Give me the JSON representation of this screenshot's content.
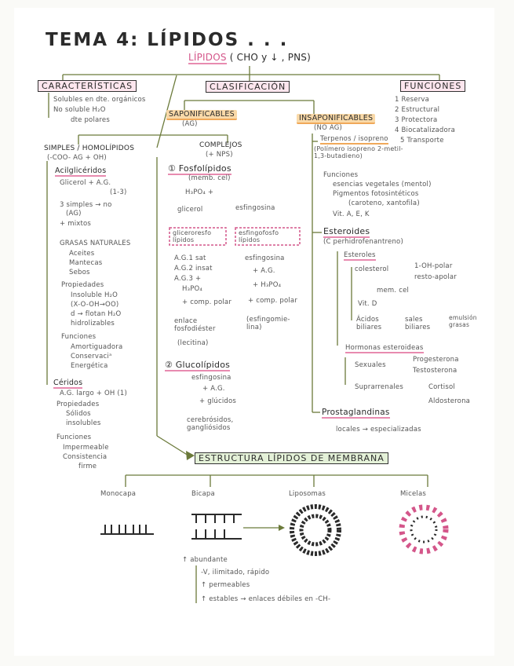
{
  "title": "TEMA 4: LÍPIDOS . . .",
  "lipidos": "LÍPIDOS",
  "lipidos_formula": "( CHO y ↓ , PNS)",
  "caracteristicas": {
    "heading": "CARACTERÍSTICAS",
    "items": [
      "Solubles en dte. orgánicos",
      "No soluble H₂O",
      "dte polares"
    ]
  },
  "clasificacion": "CLASIFICACIÓN",
  "funciones": {
    "heading": "FUNCIONES",
    "items": [
      "1 Reserva",
      "2 Estructural",
      "3 Protectora",
      "4 Biocatalizadora",
      "5 Transporte"
    ]
  },
  "saponificables": {
    "label": "SAPONIFICABLES",
    "sub": "(AG)"
  },
  "insaponificables": {
    "label": "INSAPONIFICABLES",
    "sub": "(NO AG)"
  },
  "simples": {
    "label": "SIMPLES / HOMOLÍPIDOS",
    "sub": "(-COO- AG + OH)",
    "acilgliceridos": "Acilglicéridos",
    "glicerol": "Glicerol + A.G.",
    "glicerol_sub": "(1-3)",
    "simples_ag": "3 simples → no",
    "ag": "(AG)",
    "mixtos": "+ mixtos",
    "grasas": "GRASAS NATURALES",
    "grasas_items": [
      "Aceites",
      "Mantecas",
      "Sebos"
    ],
    "propiedades": "Propiedades",
    "prop_items": [
      "Insoluble H₂O",
      "(X-O-OH→OO)",
      "d → flotan H₂O",
      "hidrolizables"
    ],
    "funciones": "Funciones",
    "func_items": [
      "Amortiguadora",
      "Conservaciᵃ",
      "Energética"
    ],
    "ceridos": "Céridos",
    "ceridos_formula": "A.G. largo + OH (1)",
    "cer_prop": "Propiedades",
    "cer_prop_items": [
      "Sólidos",
      "insolubles"
    ],
    "cer_func": "Funciones",
    "cer_func_items": [
      "Impermeable",
      "Consistencia",
      "firme"
    ]
  },
  "complejos": {
    "label": "COMPLEJOS",
    "sub": "(+ NPS)",
    "fosfolipidos": "① Fosfolípidos",
    "fosfo_sub": "(memb. cel)",
    "h3po4": "H₃PO₄ +",
    "glicerol": "glicerol",
    "esfingosina": "esfingosina",
    "gliceroresfo": "gliceroresfo lípidos",
    "esfingofosfo": "esfingofosfo lípidos",
    "left_items": [
      "A.G.1 sat",
      "A.G.2 insat",
      "A.G.3 +",
      "H₃PO₄",
      "+ comp. polar",
      "enlace fosfodiéster",
      "(lecitina)"
    ],
    "right_items": [
      "esfingosina",
      "+ A.G.",
      "+ H₃PO₄",
      "+ comp. polar",
      "(esfingomie-lina)"
    ],
    "glucolipidos": "② Glucolípidos",
    "gluco_items": [
      "esfingosina",
      "+ A.G.",
      "+ glúcidos",
      "cerebrósidos, gangliósidos"
    ]
  },
  "terpenos": {
    "label": "Terpenos / isopreno",
    "sub": "(Polímero isopreno 2-metil-1,3-butadieno)",
    "funciones": "Funciones",
    "items": [
      "esencias vegetales (mentol)",
      "Pigmentos fotosintéticos",
      "(caroteno, xantofila)",
      "Vit. A, E, K"
    ]
  },
  "esteroides": {
    "label": "Esteroides",
    "sub": "(C perhidrofenantreno)",
    "esteroles": "Esteroles",
    "colesterol": "colesterol",
    "oh_polar": "1-OH-polar",
    "resto_apolar": "resto-apolar",
    "mem_cel": "mem. cel",
    "vitd": "Vit. D",
    "acidos": "Ácidos biliares",
    "sales": "sales biliares",
    "emulsion": "emulsión grasas",
    "hormonas": "Hormonas esteroideas",
    "sexuales": "Sexuales",
    "progesterona": "Progesterona",
    "testosterona": "Testosterona",
    "suprarrenales": "Suprarrenales",
    "cortisol": "Cortisol",
    "aldosterona": "Aldosterona"
  },
  "prostaglandinas": {
    "label": "Prostaglandinas",
    "sub": "locales → especializadas"
  },
  "membrana": {
    "heading": "ESTRUCTURA LÍPIDOS DE MEMBRANA",
    "types": [
      "Monocapa",
      "Bicapa",
      "Liposomas",
      "Micelas"
    ],
    "bicapa_notes": [
      "↑ abundante",
      "-V, ilimitado, rápido",
      "↑ permeables",
      "↑ estables → enlaces débiles en -CH-"
    ]
  },
  "colors": {
    "pink": "#e88bb0",
    "green": "#8fbf6a",
    "orange": "#f0a95a",
    "ink": "#2b2b2b",
    "line": "#6b8a3a"
  }
}
